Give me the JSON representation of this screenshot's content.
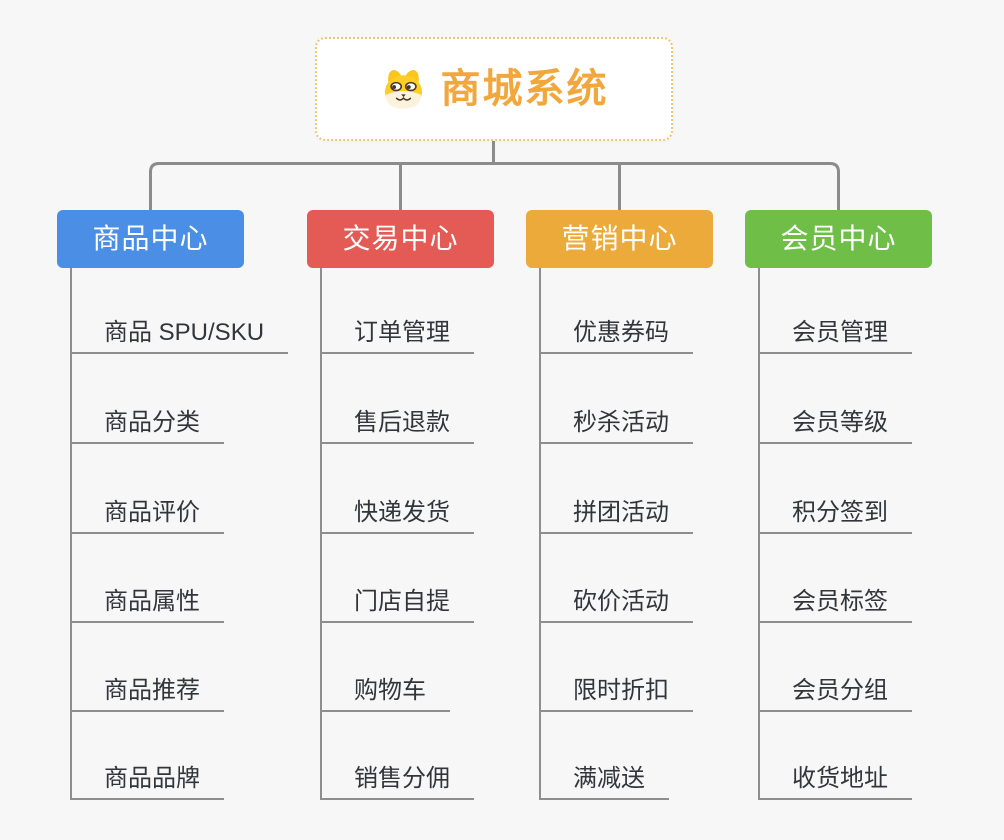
{
  "root": {
    "title": "商城系统",
    "icon": "dog-face-icon"
  },
  "branches": [
    {
      "label": "商品中心",
      "color": "#4b8ee6",
      "items": [
        "商品 SPU/SKU",
        "商品分类",
        "商品评价",
        "商品属性",
        "商品推荐",
        "商品品牌"
      ]
    },
    {
      "label": "交易中心",
      "color": "#e45b55",
      "items": [
        "订单管理",
        "售后退款",
        "快递发货",
        "门店自提",
        "购物车",
        "销售分佣"
      ]
    },
    {
      "label": "营销中心",
      "color": "#ecaa3a",
      "items": [
        "优惠券码",
        "秒杀活动",
        "拼团活动",
        "砍价活动",
        "限时折扣",
        "满减送"
      ]
    },
    {
      "label": "会员中心",
      "color": "#6fbe47",
      "items": [
        "会员管理",
        "会员等级",
        "积分签到",
        "会员标签",
        "会员分组",
        "收货地址"
      ]
    }
  ],
  "colors": {
    "background": "#f7f7f7",
    "connector_line": "#8c8c8c",
    "leaf_underline": "#8e8e8e",
    "leaf_text": "#32353a",
    "root_text": "#f2a73d",
    "root_border": "#f0c577",
    "root_background": "#ffffff",
    "header_text": "#ffffff"
  }
}
